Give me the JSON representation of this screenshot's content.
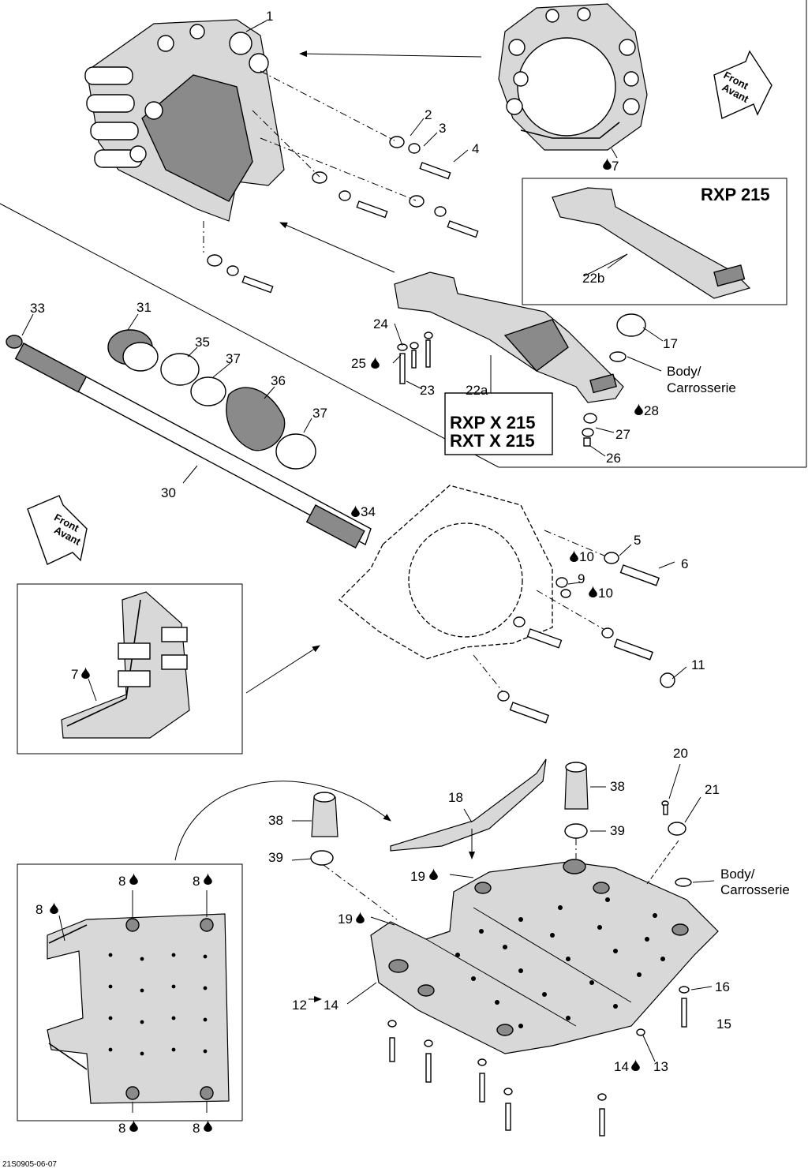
{
  "diagram": {
    "reference": "21S0905-06-07",
    "variant_labels": {
      "rxp215": "RXP 215",
      "rxpx215": "RXP X 215",
      "rxtx215": "RXT X 215"
    },
    "directions": {
      "front_top_en": "Front",
      "front_top_fr": "Avant",
      "front_mid_en": "Front",
      "front_mid_fr": "Avant"
    },
    "body_labels": {
      "body_en": "Body/",
      "body_fr": "Carrosserie",
      "body2_en": "Body/",
      "body2_fr": "Carrosserie"
    },
    "callouts": {
      "c1": "1",
      "c2": "2",
      "c3": "3",
      "c4": "4",
      "c5": "5",
      "c6": "6",
      "c7": "7",
      "c7b": "7",
      "c8a": "8",
      "c8b": "8",
      "c8c": "8",
      "c8d": "8",
      "c8e": "8",
      "c9": "9",
      "c10a": "10",
      "c10b": "10",
      "c11": "11",
      "c12": "12",
      "c12_14": "14",
      "c13": "13",
      "c14": "14",
      "c15": "15",
      "c16": "16",
      "c17": "17",
      "c18": "18",
      "c19a": "19",
      "c19b": "19",
      "c20": "20",
      "c21": "21",
      "c22a": "22a",
      "c22b": "22b",
      "c23": "23",
      "c24": "24",
      "c25": "25",
      "c26": "26",
      "c27": "27",
      "c28": "28",
      "c30": "30",
      "c31": "31",
      "c33": "33",
      "c34": "34",
      "c35": "35",
      "c36": "36",
      "c37a": "37",
      "c37b": "37",
      "c38a": "38",
      "c38b": "38",
      "c39a": "39",
      "c39b": "39"
    }
  }
}
